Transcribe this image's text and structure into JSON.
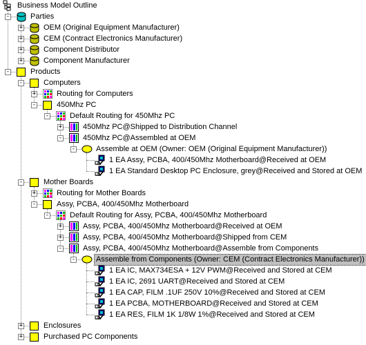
{
  "colors": {
    "folder": "#ffff00",
    "party_cyan": "#00c0c0",
    "party_yellow": "#c0c000",
    "selection": "#c0c0c0"
  },
  "tree": [
    {
      "label": "Business Model Outline",
      "icon": "outline-root-icon",
      "toggle": "",
      "depth": 0
    },
    {
      "label": "Parties",
      "icon": "parties-icon",
      "toggle": "-",
      "depth": 1
    },
    {
      "label": "OEM (Original Equipment Manufacturer)",
      "icon": "party-icon",
      "toggle": "+",
      "depth": 2
    },
    {
      "label": "CEM (Contract Electronics Manufacturer)",
      "icon": "party-icon",
      "toggle": "+",
      "depth": 2
    },
    {
      "label": "Component Distributor",
      "icon": "party-icon",
      "toggle": "+",
      "depth": 2
    },
    {
      "label": "Component Manufacturer",
      "icon": "party-icon",
      "toggle": "+",
      "depth": 2
    },
    {
      "label": "Products",
      "icon": "folder-icon",
      "toggle": "-",
      "depth": 1
    },
    {
      "label": "Computers",
      "icon": "folder-icon",
      "toggle": "-",
      "depth": 2
    },
    {
      "label": "Routing for Computers",
      "icon": "routing-icon",
      "toggle": "+",
      "depth": 3
    },
    {
      "label": "450Mhz PC",
      "icon": "folder-icon",
      "toggle": "-",
      "depth": 3
    },
    {
      "label": "Default Routing for 450Mhz PC",
      "icon": "routing-icon",
      "toggle": "-",
      "depth": 4
    },
    {
      "label": "450Mhz PC@Shipped to Distribution Channel",
      "icon": "step-icon",
      "toggle": "+",
      "depth": 5
    },
    {
      "label": "450Mhz PC@Assembled at OEM",
      "icon": "step-icon",
      "toggle": "-",
      "depth": 5
    },
    {
      "label": "Assemble at OEM (Owner: OEM (Original Equipment Manufacturer))",
      "icon": "assemble-icon",
      "toggle": "-",
      "depth": 6
    },
    {
      "label": "1 EA Assy, PCBA, 400/450Mhz Motherboard@Received at OEM",
      "icon": "component-icon",
      "toggle": "",
      "depth": 7
    },
    {
      "label": "1 EA Standard Desktop PC Enclosure, grey@Received and Stored at OEM",
      "icon": "component-icon",
      "toggle": "",
      "depth": 7
    },
    {
      "label": "Mother Boards",
      "icon": "folder-icon",
      "toggle": "-",
      "depth": 2
    },
    {
      "label": "Routing for Mother Boards",
      "icon": "routing-icon",
      "toggle": "+",
      "depth": 3
    },
    {
      "label": "Assy, PCBA, 400/450Mhz Motherboard",
      "icon": "folder-icon",
      "toggle": "-",
      "depth": 3
    },
    {
      "label": "Default Routing for Assy, PCBA, 400/450Mhz Motherboard",
      "icon": "routing-icon",
      "toggle": "-",
      "depth": 4
    },
    {
      "label": "Assy, PCBA, 400/450Mhz Motherboard@Received at OEM",
      "icon": "step-icon",
      "toggle": "+",
      "depth": 5
    },
    {
      "label": "Assy, PCBA, 400/450Mhz Motherboard@Shipped from CEM",
      "icon": "step-icon",
      "toggle": "+",
      "depth": 5
    },
    {
      "label": "Assy, PCBA, 400/450Mhz Motherboard@Assemble from Components",
      "icon": "step-icon",
      "toggle": "-",
      "depth": 5
    },
    {
      "label": "Assemble from Components (Owner: CEM (Contract Electronics Manufacturer))",
      "icon": "assemble-icon",
      "toggle": "-",
      "depth": 6,
      "selected": true
    },
    {
      "label": "1 EA IC, MAX734ESA + 12V PWM@Received and Stored at CEM",
      "icon": "component-icon",
      "toggle": "",
      "depth": 7
    },
    {
      "label": "1 EA IC, 2691 UART@Received and Stored at CEM",
      "icon": "component-icon",
      "toggle": "",
      "depth": 7
    },
    {
      "label": "1 EA CAP, FILM .1UF 250V 10%@Received and Stored at CEM",
      "icon": "component-icon",
      "toggle": "",
      "depth": 7
    },
    {
      "label": "1 EA PCBA, MOTHERBOARD@Received and Stored at CEM",
      "icon": "component-icon",
      "toggle": "",
      "depth": 7
    },
    {
      "label": "1 EA RES, FILM 1K 1/8W 1%@Received and Stored at CEM",
      "icon": "component-icon",
      "toggle": "",
      "depth": 7
    },
    {
      "label": "Enclosures",
      "icon": "folder-icon",
      "toggle": "+",
      "depth": 2
    },
    {
      "label": "Purchased PC Components",
      "icon": "folder-icon",
      "toggle": "+",
      "depth": 2
    }
  ]
}
